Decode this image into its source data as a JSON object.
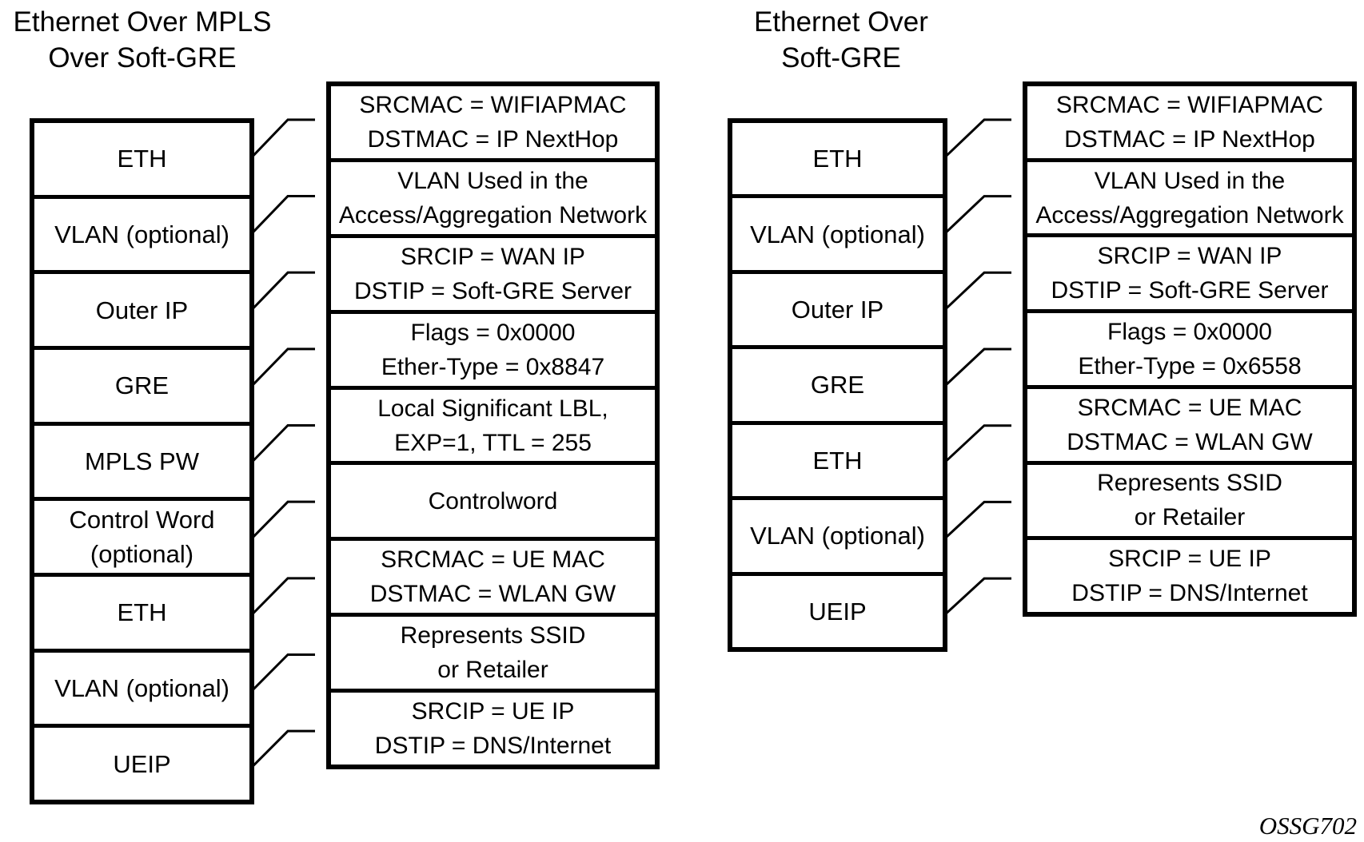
{
  "colors": {
    "background": "#ffffff",
    "ink": "#000000"
  },
  "footnote": "OSSG702",
  "diagrams": [
    {
      "id": "ethernet-over-mpls-over-soft-gre",
      "title_lines": [
        "Ethernet Over MPLS",
        "Over Soft-GRE"
      ],
      "stack_layers": [
        [
          "ETH"
        ],
        [
          "VLAN (optional)"
        ],
        [
          "Outer IP"
        ],
        [
          "GRE"
        ],
        [
          "MPLS PW"
        ],
        [
          "Control Word",
          "(optional)"
        ],
        [
          "ETH"
        ],
        [
          "VLAN (optional)"
        ],
        [
          "UEIP"
        ]
      ],
      "layer_notes": [
        [
          "SRCMAC = WIFIAPMAC",
          "DSTMAC = IP NextHop"
        ],
        [
          "VLAN Used in the",
          "Access/Aggregation Network"
        ],
        [
          "SRCIP = WAN IP",
          "DSTIP = Soft-GRE Server"
        ],
        [
          "Flags = 0x0000",
          "Ether-Type = 0x8847"
        ],
        [
          "Local Significant LBL,",
          "EXP=1, TTL = 255"
        ],
        [
          "Controlword"
        ],
        [
          "SRCMAC = UE MAC",
          "DSTMAC = WLAN GW"
        ],
        [
          "Represents SSID",
          "or Retailer"
        ],
        [
          "SRCIP = UE IP",
          "DSTIP = DNS/Internet"
        ]
      ]
    },
    {
      "id": "ethernet-over-soft-gre",
      "title_lines": [
        "Ethernet Over",
        "Soft-GRE"
      ],
      "stack_layers": [
        [
          "ETH"
        ],
        [
          "VLAN (optional)"
        ],
        [
          "Outer IP"
        ],
        [
          "GRE"
        ],
        [
          "ETH"
        ],
        [
          "VLAN (optional)"
        ],
        [
          "UEIP"
        ]
      ],
      "layer_notes": [
        [
          "SRCMAC = WIFIAPMAC",
          "DSTMAC = IP NextHop"
        ],
        [
          "VLAN Used in the",
          "Access/Aggregation Network"
        ],
        [
          "SRCIP = WAN IP",
          "DSTIP = Soft-GRE Server"
        ],
        [
          "Flags = 0x0000",
          "Ether-Type = 0x6558"
        ],
        [
          "SRCMAC = UE MAC",
          "DSTMAC = WLAN GW"
        ],
        [
          "Represents SSID",
          "or Retailer"
        ],
        [
          "SRCIP = UE IP",
          "DSTIP = DNS/Internet"
        ]
      ]
    }
  ]
}
